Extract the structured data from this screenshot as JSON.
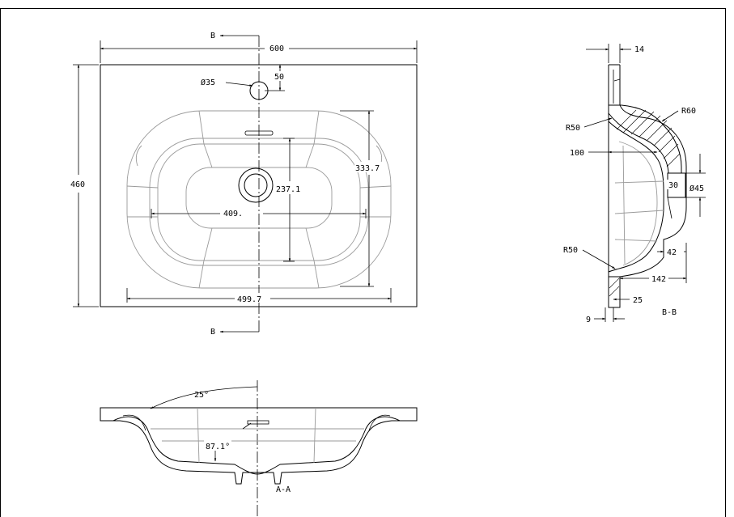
{
  "views": {
    "plan": {
      "section_marker": "B",
      "width_dim": "600",
      "height_dim": "460",
      "tap_hole_dim": "Ø35",
      "tap_offset_dim": "50",
      "bowl_depth_dim": "333.7",
      "inner_depth_dim": "237.1",
      "inner_width_dim": "409.",
      "bowl_width_dim": "499.7"
    },
    "section_bb": {
      "label": "B-B",
      "dim_14": "14",
      "dim_r60": "R60",
      "dim_r50_top": "R50",
      "dim_100": "100",
      "dim_30": "30",
      "dim_drain": "Ø45",
      "dim_r50_bottom": "R50",
      "dim_42": "42",
      "dim_142": "142",
      "dim_25": "25",
      "dim_9": "9"
    },
    "section_aa": {
      "label": "A-A",
      "angle_top": "25°",
      "angle_bottom": "87.1°"
    }
  },
  "colors": {
    "line": "#000000",
    "silhouette": "#9a9a9a",
    "background": "#ffffff"
  }
}
